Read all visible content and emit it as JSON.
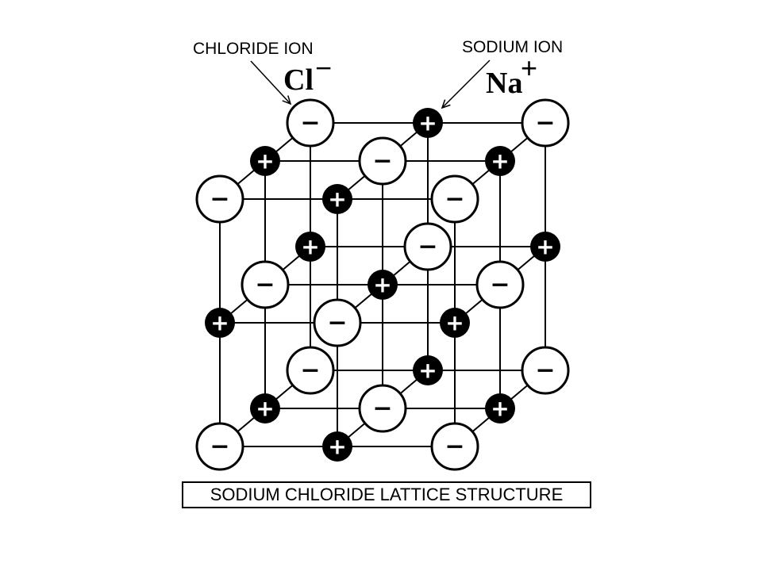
{
  "labels": {
    "chloride_ion": "CHLORIDE ION",
    "sodium_ion": "SODIUM ION",
    "chloride_symbol": "Cl",
    "chloride_charge": "−",
    "sodium_symbol": "Na",
    "sodium_charge": "+"
  },
  "caption": "SODIUM CHLORIDE LATTICE STRUCTURE",
  "ion_signs": {
    "chloride": "−",
    "sodium": "+"
  },
  "colors": {
    "background": "#ffffff",
    "line": "#000000",
    "chloride_fill": "#ffffff",
    "sodium_fill": "#000000"
  }
}
